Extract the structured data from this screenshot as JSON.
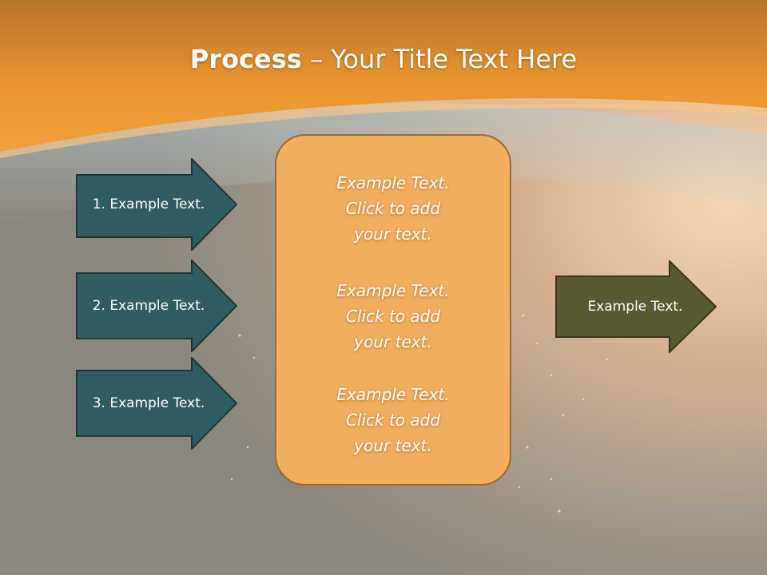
{
  "title": {
    "bold": "Process",
    "rest": " – Your Title Text Here"
  },
  "colors": {
    "header_orange": "#ef9a38",
    "step_arrow_fill": "#2f5d61",
    "result_arrow_fill": "#5a5a30",
    "center_box_fill": "#f3ae60",
    "center_box_border": "#9a6a30"
  },
  "steps": [
    {
      "label": "1. Example Text."
    },
    {
      "label": "2. Example Text."
    },
    {
      "label": "3. Example Text."
    }
  ],
  "center_box": {
    "paragraphs": [
      {
        "line1": "Example Text.",
        "line2": "Click  to add",
        "line3": "your text."
      },
      {
        "line1": "Example Text.",
        "line2": "Click  to add",
        "line3": "your text."
      },
      {
        "line1": "Example Text.",
        "line2": "Click  to add",
        "line3": "your text."
      }
    ]
  },
  "result": {
    "label": "Example Text."
  }
}
